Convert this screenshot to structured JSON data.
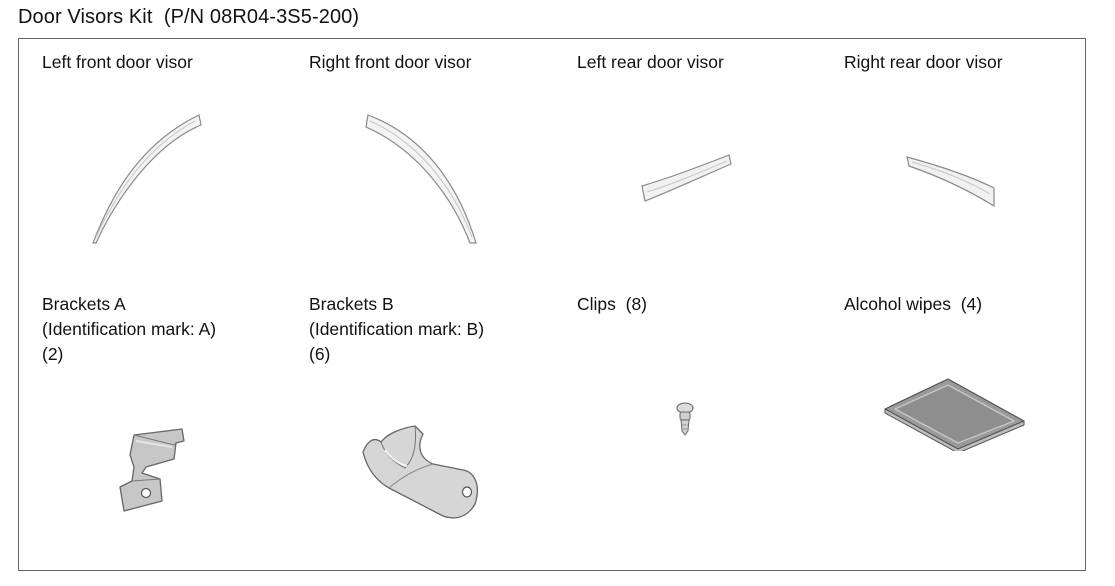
{
  "title": "Door Visors Kit  (P/N 08R04-3S5-200)",
  "parts": [
    {
      "label": [
        "Left front door visor"
      ]
    },
    {
      "label": [
        "Right front door visor"
      ]
    },
    {
      "label": [
        "Left rear door visor"
      ]
    },
    {
      "label": [
        "Right rear door visor"
      ]
    },
    {
      "label": [
        "Brackets A",
        "(Identification mark: A)",
        "(2)"
      ]
    },
    {
      "label": [
        "Brackets B",
        "(Identification mark: B)",
        "(6)"
      ]
    },
    {
      "label": [
        "Clips  (8)"
      ]
    },
    {
      "label": [
        "Alcohol wipes  (4)"
      ]
    }
  ]
}
